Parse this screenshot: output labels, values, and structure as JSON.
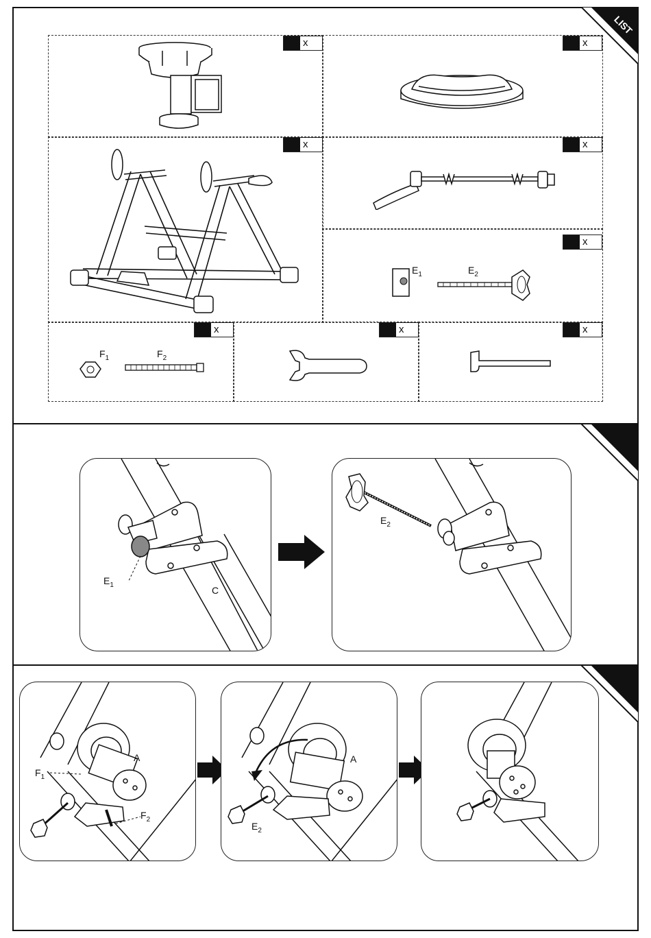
{
  "list_tag": "LIST",
  "parts": {
    "resistance_unit": {
      "qty_mark": "x"
    },
    "riser_block": {
      "qty_mark": "x"
    },
    "frame": {
      "qty_mark": "x"
    },
    "skewer": {
      "qty_mark": "x"
    },
    "knob_screw": {
      "qty_mark": "x",
      "label_e1": "E",
      "label_e1_sub": "1",
      "label_e2": "E",
      "label_e2_sub": "2"
    },
    "nut_bolt": {
      "qty_mark": "x",
      "label_f1": "F",
      "label_f1_sub": "1",
      "label_f2": "F",
      "label_f2_sub": "2"
    },
    "wrench": {
      "qty_mark": "x"
    },
    "hex_key": {
      "qty_mark": "x"
    }
  },
  "step1": {
    "panel1": {
      "label_e1": "E",
      "label_e1_sub": "1",
      "label_c": "C"
    },
    "panel2": {
      "label_e2": "E",
      "label_e2_sub": "2"
    }
  },
  "step2": {
    "panel1": {
      "label_a": "A",
      "label_f1": "F",
      "label_f1_sub": "1",
      "label_f2": "F",
      "label_f2_sub": "2"
    },
    "panel2": {
      "label_a": "A",
      "label_e2": "E",
      "label_e2_sub": "2"
    },
    "panel3": {}
  }
}
